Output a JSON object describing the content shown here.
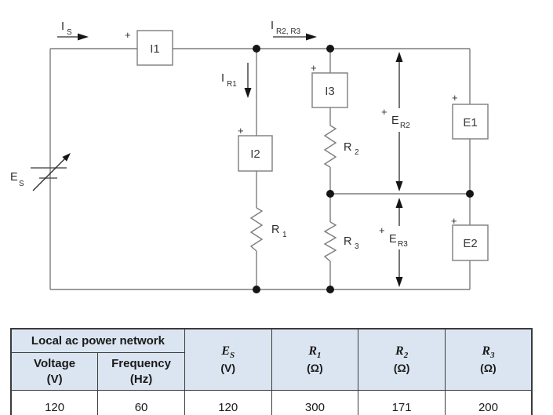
{
  "circuit": {
    "plus": "+",
    "source": {
      "sym": "E",
      "sub": "S"
    },
    "currents": {
      "is": {
        "sym": "I",
        "sub": "S"
      },
      "ir2r3": {
        "sym": "I",
        "sub": "R2, R3"
      },
      "ir1": {
        "sym": "I",
        "sub": "R1"
      }
    },
    "meters": {
      "i1": "I1",
      "i2": "I2",
      "i3": "I3",
      "e1": "E1",
      "e2": "E2"
    },
    "resistors": {
      "r1": {
        "sym": "R",
        "sub": "1"
      },
      "r2": {
        "sym": "R",
        "sub": "2"
      },
      "r3": {
        "sym": "R",
        "sub": "3"
      }
    },
    "voltages": {
      "er2": {
        "sym": "E",
        "sub": "R2"
      },
      "er3": {
        "sym": "E",
        "sub": "R3"
      }
    }
  },
  "table": {
    "group_header": "Local ac power network",
    "sub_headers": [
      {
        "line1": "Voltage",
        "line2": "(V)"
      },
      {
        "line1": "Frequency",
        "line2": "(Hz)"
      }
    ],
    "param_headers": [
      {
        "sym": "E",
        "sub": "S",
        "unit": "(V)"
      },
      {
        "sym": "R",
        "sub": "1",
        "unit": "(Ω)"
      },
      {
        "sym": "R",
        "sub": "2",
        "unit": "(Ω)"
      },
      {
        "sym": "R",
        "sub": "3",
        "unit": "(Ω)"
      }
    ],
    "values": [
      "120",
      "60",
      "120",
      "300",
      "171",
      "200"
    ]
  },
  "colors": {
    "table_header_fill": "#dbe5f1",
    "table_border": "#3b3b3b",
    "wire": "#7d7d7d",
    "ink": "#1a1a1a"
  }
}
